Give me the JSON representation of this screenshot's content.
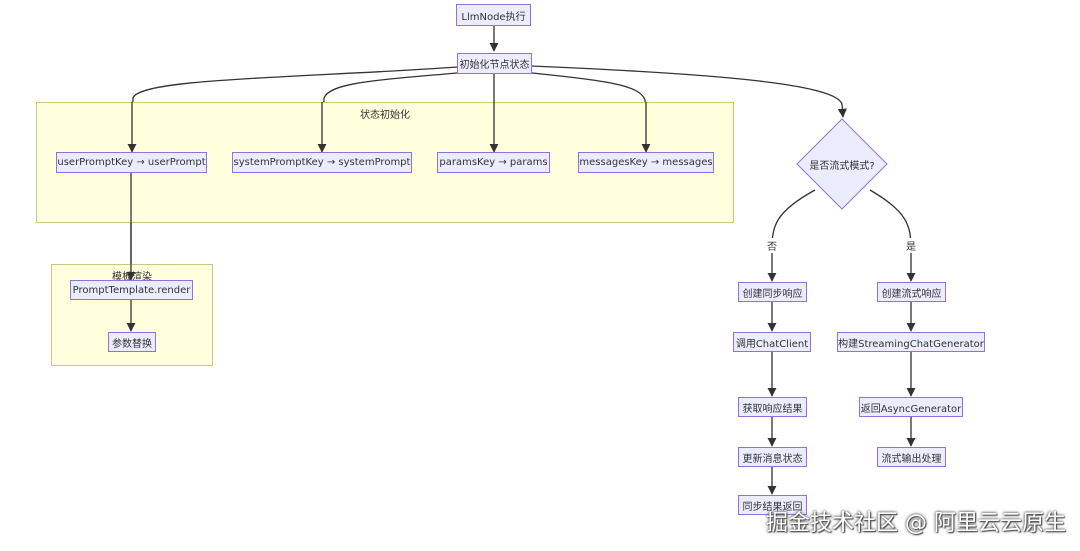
{
  "nodes": {
    "start": "LlmNode执行",
    "init": "初始化节点状态",
    "user_prompt": "userPromptKey → userPrompt",
    "system_prompt": "systemPromptKey → systemPrompt",
    "params": "paramsKey → params",
    "messages": "messagesKey → messages",
    "template_render": "PromptTemplate.render",
    "param_replace": "参数替换",
    "decision": "是否流式模式?",
    "sync_create": "创建同步响应",
    "call_chat_client": "调用ChatClient",
    "get_result": "获取响应结果",
    "update_state": "更新消息状态",
    "sync_return": "同步结果返回",
    "stream_create": "创建流式响应",
    "build_generator": "构建StreamingChatGenerator",
    "return_async": "返回AsyncGenerator",
    "stream_output": "流式输出处理"
  },
  "clusters": {
    "state_init": "状态初始化",
    "template_render": "模板渲染"
  },
  "edge_labels": {
    "no": "否",
    "yes": "是"
  },
  "watermark": "掘金技术社区 @ 阿里云云原生",
  "colors": {
    "node_fill": "#ececff",
    "node_border": "#9370db",
    "cluster_fill": "#ffffde",
    "edge": "#333333"
  }
}
